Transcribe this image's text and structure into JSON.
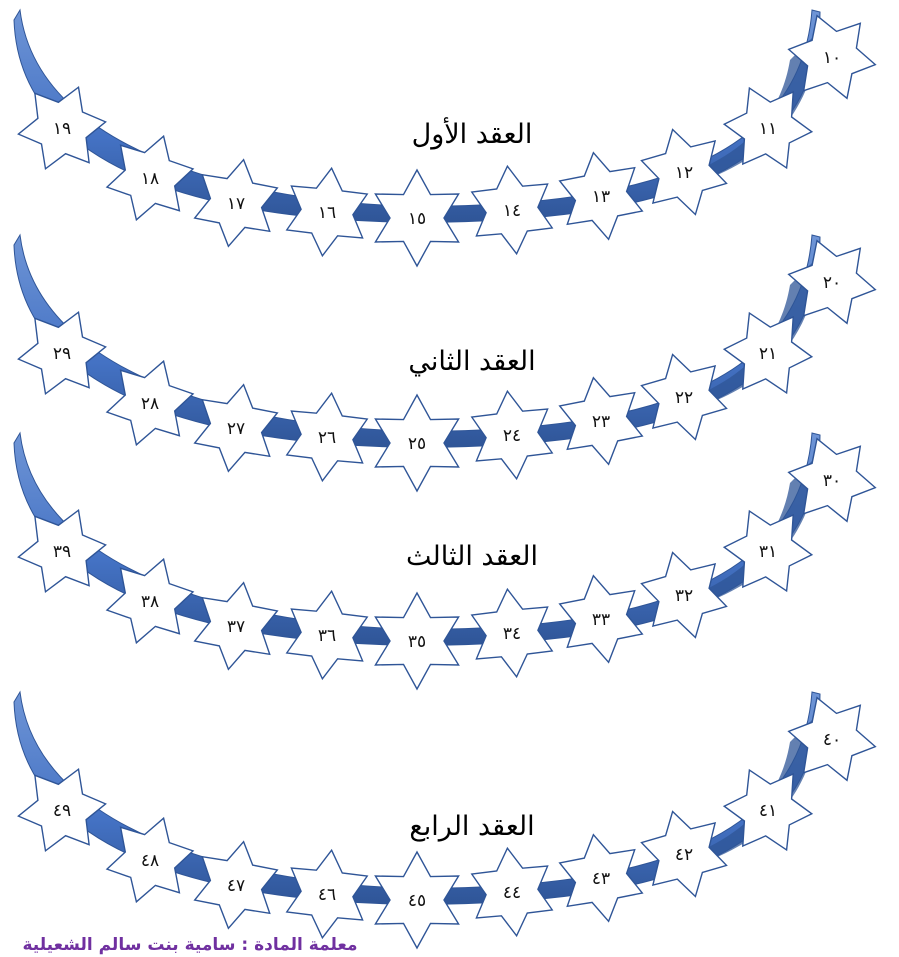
{
  "groups": [
    {
      "label": "العقد الأول",
      "numbers": [
        "١٠",
        "١١",
        "١٢",
        "١٣",
        "١٤",
        "١٥",
        "١٦",
        "١٧",
        "١٨",
        "١٩"
      ]
    },
    {
      "label": "العقد الثاني",
      "numbers": [
        "٢٠",
        "٢١",
        "٢٢",
        "٢٣",
        "٢٤",
        "٢٥",
        "٢٦",
        "٢٧",
        "٢٨",
        "٢٩"
      ]
    },
    {
      "label": "العقد الثالث",
      "numbers": [
        "٣٠",
        "٣١",
        "٣٢",
        "٣٣",
        "٣٤",
        "٣٥",
        "٣٦",
        "٣٧",
        "٣٨",
        "٣٩"
      ]
    },
    {
      "label": "العقد الرابع",
      "numbers": [
        "٤٠",
        "٤١",
        "٤٢",
        "٤٣",
        "٤٤",
        "٤٥",
        "٤٦",
        "٤٧",
        "٤٨",
        "٤٩"
      ]
    }
  ],
  "footer": {
    "credit": "معلمة المادة : سامية بنت سالم الشعيلية"
  },
  "colors": {
    "arc_fill": "#4472c4",
    "arc_dark": "#2f5597",
    "star_outline": "#2f5597",
    "footer_text": "#7030a0"
  }
}
